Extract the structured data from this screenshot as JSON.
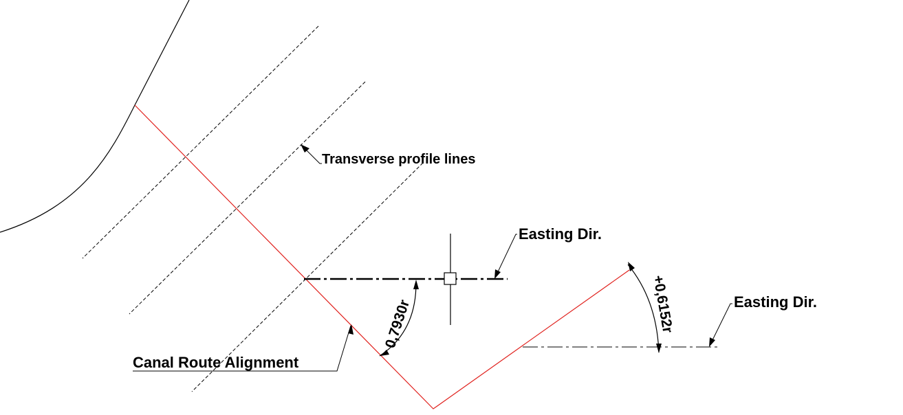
{
  "labels": {
    "transverse_profile_lines": "Transverse profile lines",
    "easting_dir_1": "Easting Dir.",
    "easting_dir_2": "Easting Dir.",
    "canal_route_alignment": "Canal Route Alignment",
    "angle_1": "0,7930r",
    "angle_2": "+0,6152r"
  },
  "colors": {
    "alignment_line": "#e0201c",
    "drawing_line": "#000000",
    "background": "#ffffff"
  }
}
